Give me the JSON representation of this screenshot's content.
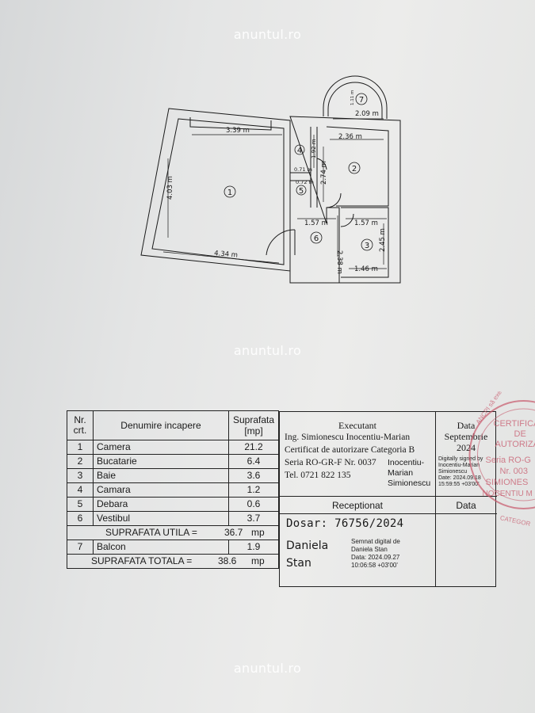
{
  "watermark": "anuntul.ro",
  "plan": {
    "dims": {
      "d339": "3.39 m",
      "d236": "2.36 m",
      "d209": "2.09 m",
      "d403": "4.03 m",
      "d434": "4.34 m",
      "d274": "2.74 m",
      "d192": "1.92 m",
      "d071": "0.71 m",
      "d072": "0.72 m",
      "d157a": "1.57 m",
      "d157b": "1.57 m",
      "d238": "2.38 m",
      "d245": "2.45 m",
      "d146": "1.46 m",
      "d111": "1.11 m"
    },
    "rooms": [
      "1",
      "2",
      "3",
      "4",
      "5",
      "6",
      "7"
    ]
  },
  "table": {
    "headers": {
      "nr": "Nr. crt.",
      "name": "Denumire incapere",
      "area": "Suprafata [mp]"
    },
    "rows": [
      {
        "nr": "1",
        "name": "Camera",
        "area": "21.2"
      },
      {
        "nr": "2",
        "name": "Bucatarie",
        "area": "6.4"
      },
      {
        "nr": "3",
        "name": "Baie",
        "area": "3.6"
      },
      {
        "nr": "4",
        "name": "Camara",
        "area": "1.2"
      },
      {
        "nr": "5",
        "name": "Debara",
        "area": "0.6"
      },
      {
        "nr": "6",
        "name": "Vestibul",
        "area": "3.7"
      }
    ],
    "util": {
      "label": "SUPRAFATA UTILA =",
      "value": "36.7",
      "unit": "mp"
    },
    "balcon": {
      "nr": "7",
      "name": "Balcon",
      "area": "1.9"
    },
    "total": {
      "label": "SUPRAFATA TOTALA =",
      "value": "38.6",
      "unit": "mp"
    }
  },
  "executant": {
    "title": "Executant",
    "name": "Ing. Simionescu Inocentiu-Marian",
    "cert": "Certificat de autorizare Categoria B",
    "seria": "Seria RO-GR-F Nr. 0037",
    "tel": "Tel. 0721 822 135",
    "signer_block": "Inocentiu-\nMarian\nSimionescu",
    "date_label": "Data",
    "date_value": "Septembrie\n2024",
    "digital_sig": "Digitally signed by\nInocentiu-Marian\nSimionescu\nDate: 2024.09.18\n15:59:55 +03'00'"
  },
  "receptionat": {
    "title": "Receptionat",
    "date_label": "Data",
    "dosar": "Dosar: 76756/2024",
    "first": "Daniela",
    "last": "Stan",
    "digital_sig": "Semnat digital de\nDaniela Stan\nData: 2024.09.27\n10:06:58 +03'00'"
  },
  "stamp": {
    "lines": [
      "ANCPI să execute lucr",
      "CERTIFICAT",
      "DE",
      "AUTORIZARE",
      "Seria RO-G",
      "Nr. 003",
      "SIMIONES",
      "NOCENTIU M",
      "CATEGOR"
    ]
  },
  "colors": {
    "stamp": "#c7586b",
    "paper": "#e6e7e6",
    "ink": "#1a1a1a",
    "watermark": "#ffffff"
  }
}
